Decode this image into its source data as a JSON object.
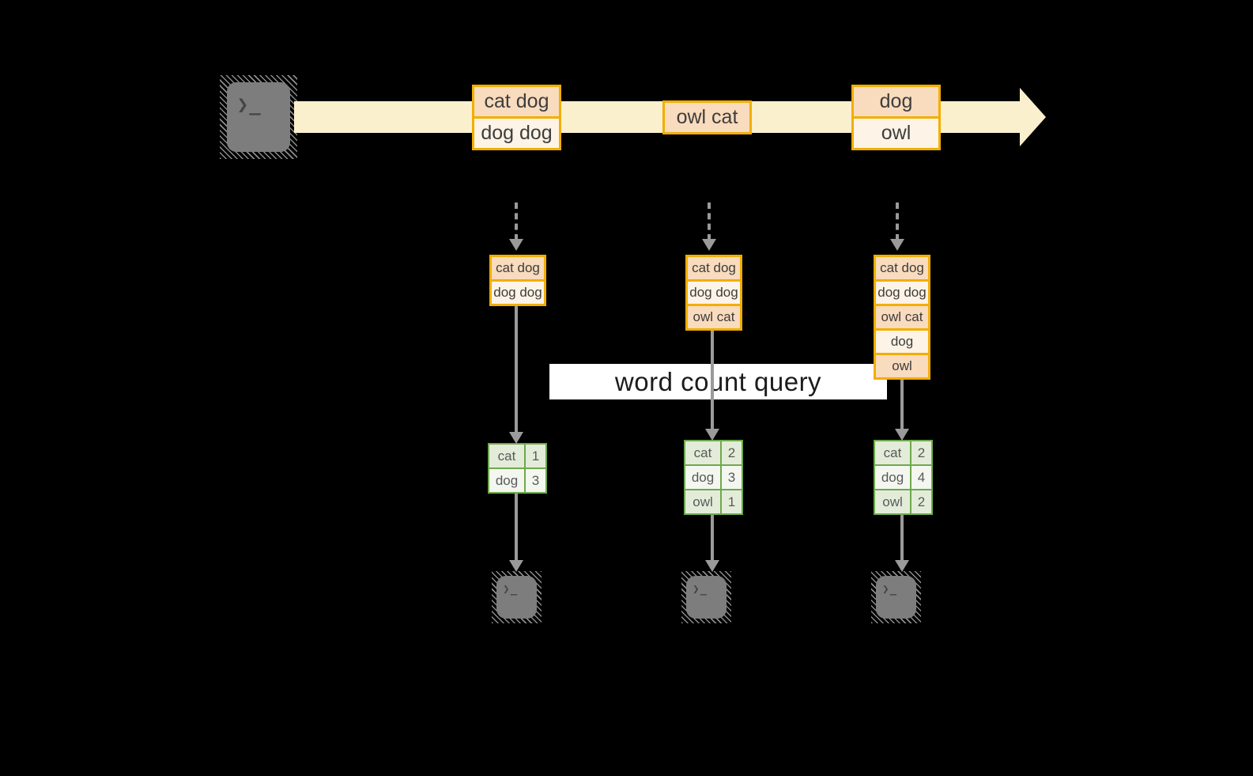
{
  "palette": {
    "background": "#000000",
    "stream_band": "#FBF0CE",
    "box_border_orange": "#F2AE00",
    "box_fill_peach": "#F9DBBD",
    "box_fill_cream": "#FDF3E6",
    "table_border_green": "#6FA84D",
    "table_row_dark": "#E3ECD9",
    "table_row_light": "#F3F7EF",
    "arrow_gray": "#9A9A9A",
    "terminal_gray": "#7D7D7D",
    "query_band_bg": "#FFFFFF"
  },
  "icons": {
    "terminal_prompt": "❯_"
  },
  "query": {
    "label": "word count query"
  },
  "stream": {
    "events": [
      {
        "lines": [
          "cat dog",
          "dog dog"
        ]
      },
      {
        "lines": [
          "owl cat"
        ]
      },
      {
        "lines": [
          "dog",
          "owl"
        ]
      }
    ]
  },
  "columns": [
    {
      "buffer": [
        "cat dog",
        "dog dog"
      ],
      "counts": [
        {
          "word": "cat",
          "count": 1
        },
        {
          "word": "dog",
          "count": 3
        }
      ]
    },
    {
      "buffer": [
        "cat dog",
        "dog dog",
        "owl cat"
      ],
      "counts": [
        {
          "word": "cat",
          "count": 2
        },
        {
          "word": "dog",
          "count": 3
        },
        {
          "word": "owl",
          "count": 1
        }
      ]
    },
    {
      "buffer": [
        "cat dog",
        "dog dog",
        "owl cat",
        "dog",
        "owl"
      ],
      "counts": [
        {
          "word": "cat",
          "count": 2
        },
        {
          "word": "dog",
          "count": 4
        },
        {
          "word": "owl",
          "count": 2
        }
      ]
    }
  ]
}
